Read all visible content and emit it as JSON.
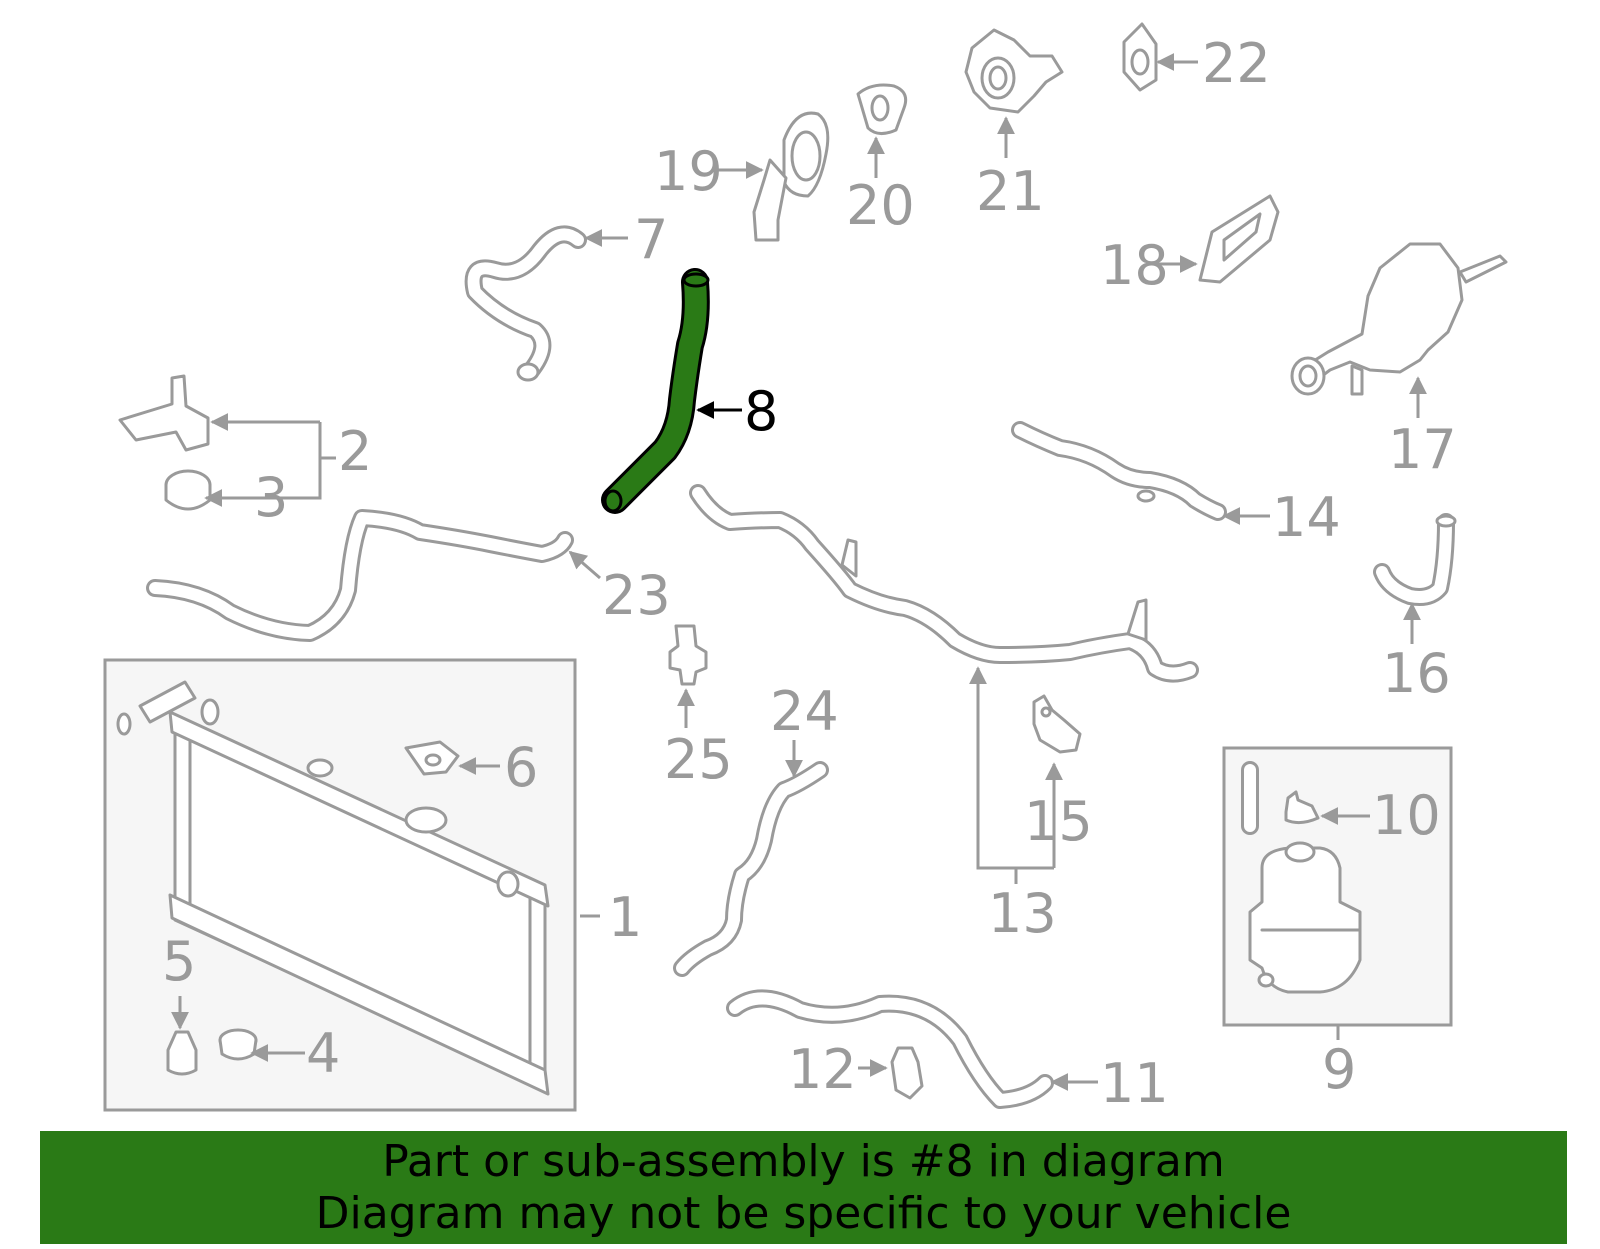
{
  "diagram": {
    "highlighted_part": "8",
    "highlight_color": "#2a7a16",
    "line_color": "#9a9a9a",
    "callouts": {
      "c1": "1",
      "c2": "2",
      "c3": "3",
      "c4": "4",
      "c5": "5",
      "c6": "6",
      "c7": "7",
      "c8": "8",
      "c9": "9",
      "c10": "10",
      "c11": "11",
      "c12": "12",
      "c13": "13",
      "c14": "14",
      "c15": "15",
      "c16": "16",
      "c17": "17",
      "c18": "18",
      "c19": "19",
      "c20": "20",
      "c21": "21",
      "c22": "22",
      "c23": "23",
      "c24": "24",
      "c25": "25"
    }
  },
  "banner": {
    "line1": "Part or sub-assembly is #8 in diagram",
    "line2": "Diagram may not be specific to your vehicle",
    "background": "#2a7a16"
  }
}
